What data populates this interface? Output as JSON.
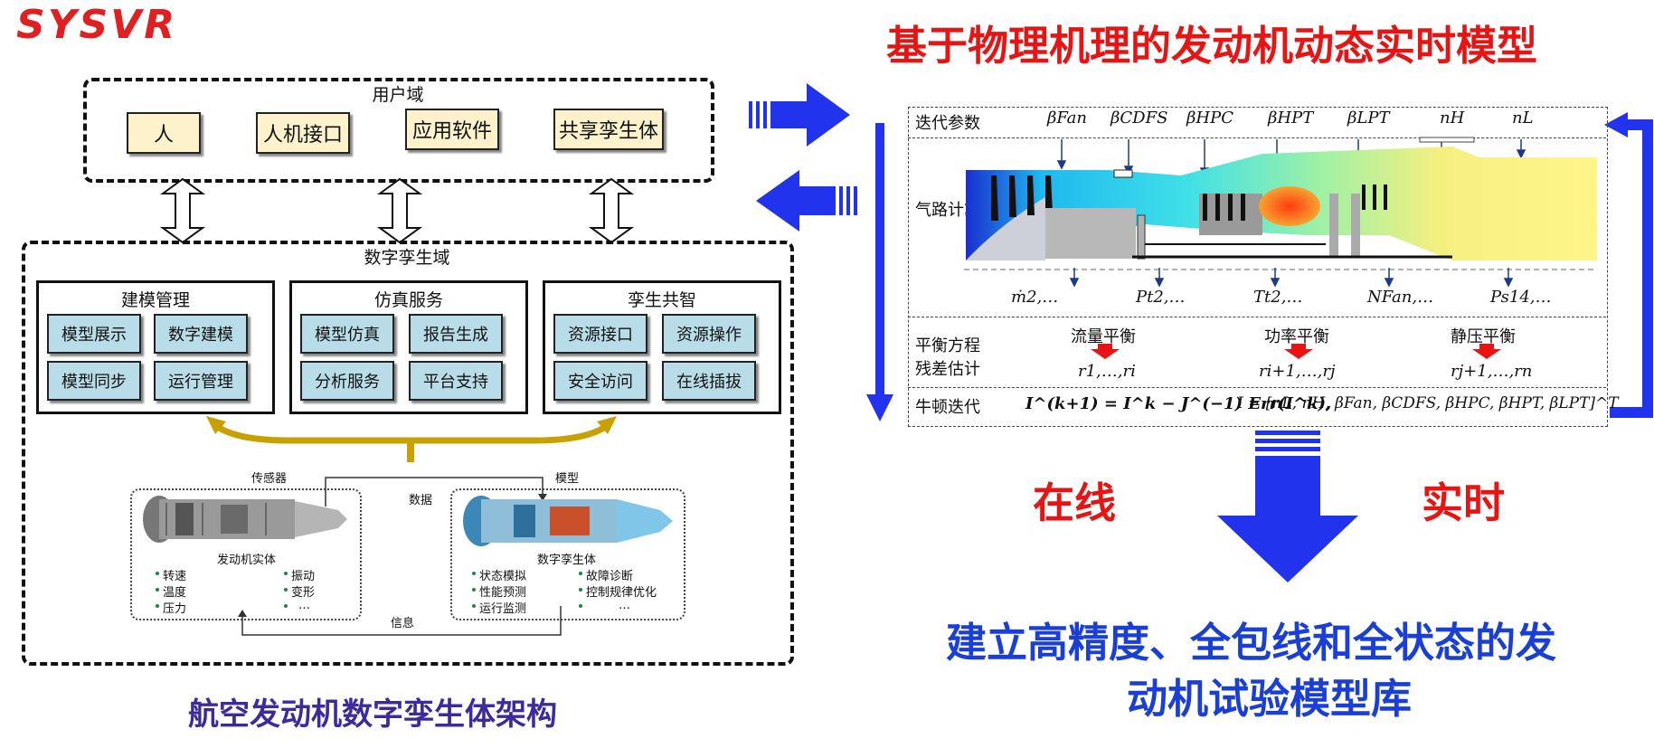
{
  "logo": "SYSVR",
  "left": {
    "user_domain": {
      "title": "用户域",
      "items": [
        "人",
        "人机接口",
        "应用软件",
        "共享孪生体"
      ]
    },
    "twin_domain": {
      "title": "数字孪生域",
      "groups": [
        {
          "title": "建模管理",
          "items": [
            "模型展示",
            "数字建模",
            "模型同步",
            "运行管理"
          ]
        },
        {
          "title": "仿真服务",
          "items": [
            "模型仿真",
            "报告生成",
            "分析服务",
            "平台支持"
          ]
        },
        {
          "title": "孪生共智",
          "items": [
            "资源接口",
            "资源操作",
            "安全访问",
            "在线插拔"
          ]
        }
      ]
    },
    "engine_figure": {
      "sensor_label": "传感器",
      "model_label": "模型",
      "data_label": "数据",
      "info_label": "信息",
      "physical_title": "发动机实体",
      "physical_items": [
        "转速",
        "振动",
        "温度",
        "变形",
        "压力",
        "…"
      ],
      "twin_title": "数字孪生体",
      "twin_items": [
        "状态模拟",
        "故障诊断",
        "性能预测",
        "控制规律优化",
        "运行监测",
        "…"
      ]
    },
    "caption": "航空发动机数字孪生体架构"
  },
  "right": {
    "title": "基于物理机理的发动机动态实时模型",
    "rows": {
      "iter_params_label": "迭代参数",
      "gas_path_label": "气路计算",
      "balance_label_1": "平衡方程",
      "balance_label_2": "残差估计",
      "newton_label": "牛顿迭代"
    },
    "iter_params": [
      "βFan",
      "βCDFS",
      "βHPC",
      "βHPT",
      "βLPT",
      "nH",
      "nL"
    ],
    "outputs": [
      "ṁ2,…",
      "Pt2,…",
      "Tt2,…",
      "NFan,…",
      "Ps14,…"
    ],
    "balances": [
      {
        "name": "流量平衡",
        "residual": "r1,…,ri"
      },
      {
        "name": "功率平衡",
        "residual": "ri+1,…,rj"
      },
      {
        "name": "静压平衡",
        "residual": "rj+1,…,rn"
      }
    ],
    "newton_eq_1": "I^(k+1) = I^k − J^(−1) Err(I^k),",
    "newton_eq_2": "I = [nL, nH, βFan, βCDFS, βHPC, βHPT, βLPT]^T",
    "online": "在线",
    "realtime": "实时",
    "conclusion_1": "建立高精度、全包线和全状态的发",
    "conclusion_2": "动机试验模型库"
  },
  "colors": {
    "red": "#e81414",
    "blue": "#1a3ed8",
    "arrow_blue": "#2233ee",
    "purple": "#3e2a9c",
    "gold": "#c8a000"
  }
}
